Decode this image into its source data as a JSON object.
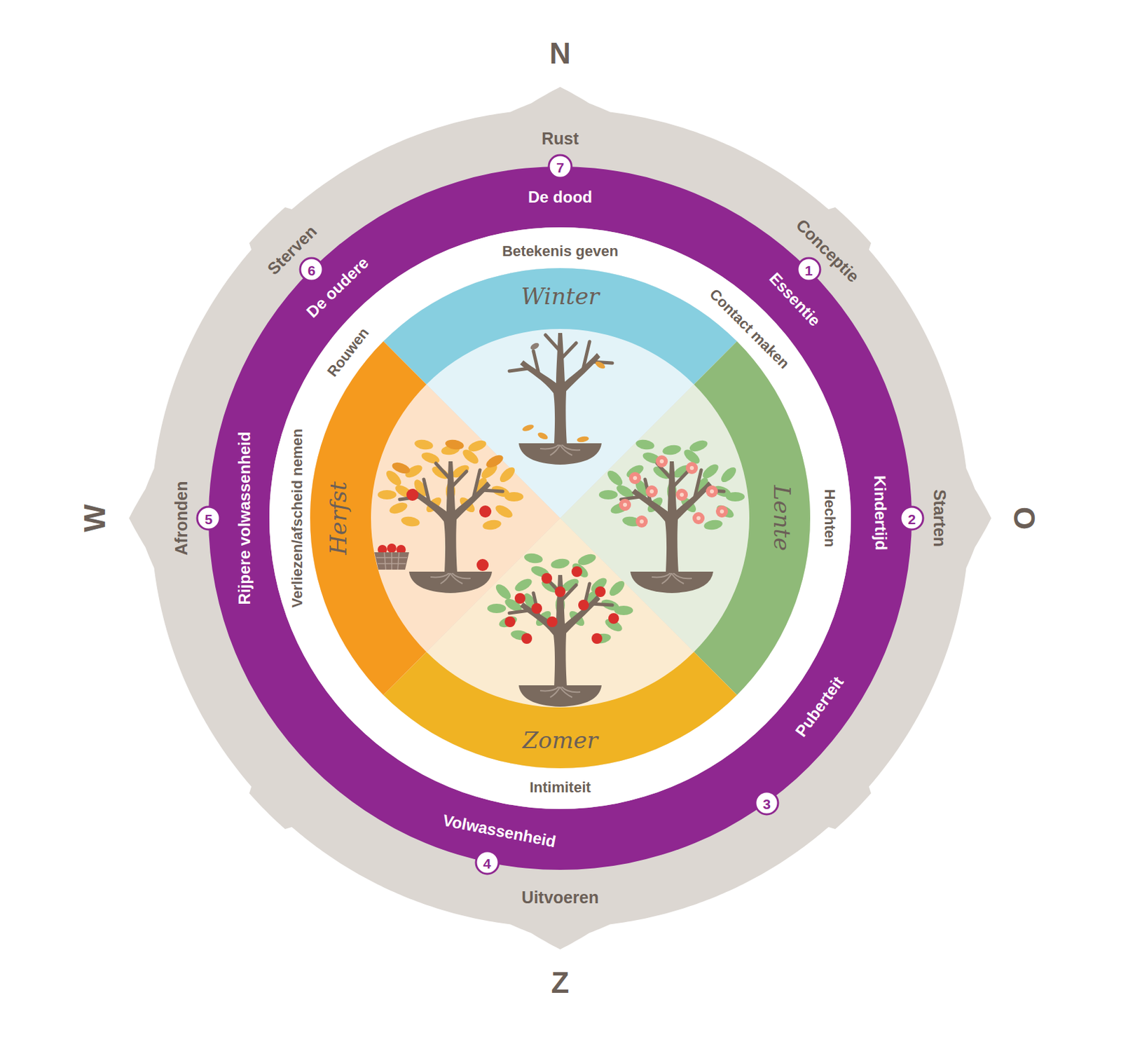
{
  "diagram": {
    "nodes": [
      {
        "text": [
          "Rust",
          "Conceptie",
          "Starten",
          "Uitvoeren",
          "Afronden",
          "Sterven"
        ]
      },
      {
        "text": [
          "De dood",
          "Essentie",
          "Kindertijd",
          "Puberteit",
          "Volwassenheid",
          "Rijpere volwassenheid",
          "De oudere"
        ]
      },
      {
        "text": [
          "1"
        ]
      },
      {
        "text": [
          "2"
        ]
      },
      {
        "text": [
          "3"
        ]
      },
      {
        "text": [
          "4"
        ]
      },
      {
        "text": [
          "5"
        ]
      },
      {
        "text": [
          "6"
        ]
      },
      {
        "text": [
          "7"
        ]
      },
      {
        "text": [
          "Betekenis geven",
          "Contact maken",
          "Hechten",
          "Intimiteit",
          "Verliezen/afscheid nemen",
          "Rouwen"
        ]
      },
      {
        "text": [
          "Winter"
        ]
      },
      {
        "text": [
          "Lente"
        ]
      },
      {
        "text": [
          "Zomer"
        ]
      },
      {
        "text": [
          "Herfst"
        ]
      }
    ],
    "labels": [
      "N",
      "O",
      "Z",
      "W"
    ]
  }
}
